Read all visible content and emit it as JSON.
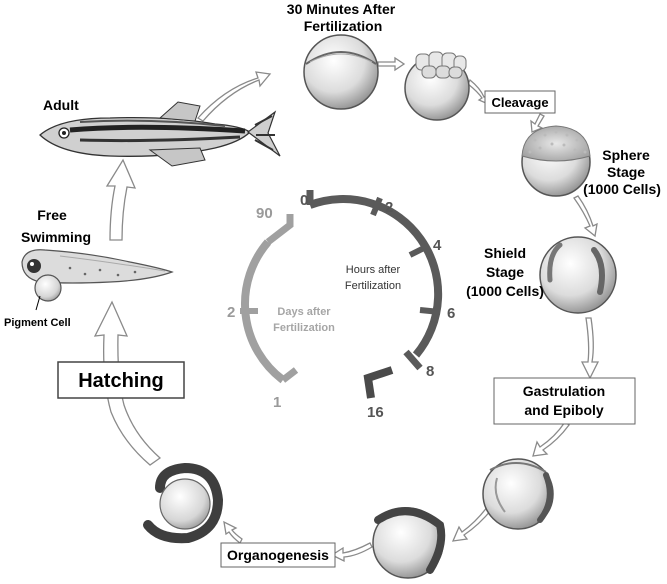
{
  "stages": {
    "thirty_min_line1": "30 Minutes After",
    "thirty_min_line2": "Fertilization",
    "cleavage": "Cleavage",
    "sphere_line1": "Sphere",
    "sphere_line2": "Stage",
    "sphere_line3": "(1000 Cells)",
    "shield_line1": "Shield",
    "shield_line2": "Stage",
    "shield_line3": "(1000 Cells)",
    "gastrulation_line1": "Gastrulation",
    "gastrulation_line2": "and Epiboly",
    "organogenesis": "Organogenesis",
    "hatching": "Hatching",
    "free_swimming_line1": "Free",
    "free_swimming_line2": "Swimming",
    "pigment_cell": "Pigment Cell",
    "adult": "Adult"
  },
  "clock": {
    "hours_line1": "Hours after",
    "hours_line2": "Fertilization",
    "days_line1": "Days after",
    "days_line2": "Fertilization",
    "hour_ticks": [
      "0",
      "2",
      "4",
      "6",
      "8",
      "16"
    ],
    "day_ticks": [
      "90",
      "2",
      "1"
    ]
  },
  "colors": {
    "hours_arc": "#5a5a5a",
    "days_arc": "#a0a0a0",
    "arrow_outline": "#8a8a8a"
  }
}
